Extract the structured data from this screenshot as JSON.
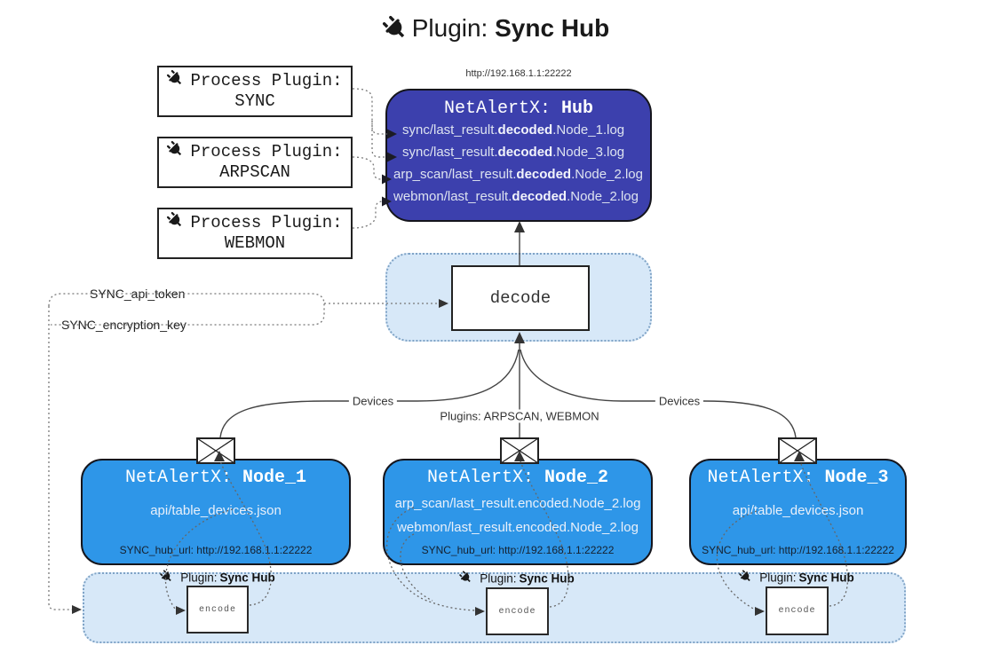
{
  "title": {
    "prefix": "Plugin: ",
    "bold": "Sync Hub"
  },
  "process_plugins": [
    {
      "line1": "Process Plugin:",
      "name": "SYNC"
    },
    {
      "line1": "Process Plugin:",
      "name": "ARPSCAN"
    },
    {
      "line1": "Process Plugin:",
      "name": "WEBMON"
    }
  ],
  "hub": {
    "url_label": "http://192.168.1.1:22222",
    "name_prefix": "NetAlertX: ",
    "name_bold": "Hub",
    "logs": [
      {
        "pre": "sync/last_result.",
        "bold": "decoded",
        "post": ".Node_1.log"
      },
      {
        "pre": "sync/last_result.",
        "bold": "decoded",
        "post": ".Node_3.log"
      },
      {
        "pre": "arp_scan/last_result.",
        "bold": "decoded",
        "post": ".Node_2.log"
      },
      {
        "pre": "webmon/last_result.",
        "bold": "decoded",
        "post": ".Node_2.log"
      }
    ]
  },
  "decode": {
    "label": "decode"
  },
  "tokens": {
    "api_token": "SYNC_api_token",
    "encryption_key": "SYNC_encryption_key"
  },
  "edges": {
    "devices_left": "Devices",
    "plugins_center": "Plugins: ARPSCAN, WEBMON",
    "devices_right": "Devices"
  },
  "nodes": [
    {
      "name_prefix": "NetAlertX: ",
      "name_bold": "Node_1",
      "files": [
        "api/table_devices.json"
      ],
      "hub_url": "SYNC_hub_url: http://192.168.1.1:22222"
    },
    {
      "name_prefix": "NetAlertX: ",
      "name_bold": "Node_2",
      "files": [
        "arp_scan/last_result.encoded.Node_2.log",
        "webmon/last_result.encoded.Node_2.log"
      ],
      "hub_url": "SYNC_hub_url: http://192.168.1.1:22222"
    },
    {
      "name_prefix": "NetAlertX: ",
      "name_bold": "Node_3",
      "files": [
        "api/table_devices.json"
      ],
      "hub_url": "SYNC_hub_url: http://192.168.1.1:22222"
    }
  ],
  "sync_hub_plugin": {
    "prefix": "Plugin: ",
    "bold": "Sync Hub",
    "box_label": "encode"
  },
  "colors": {
    "hub_fill": "#3c40ad",
    "node_fill": "#2e96e8",
    "panel_fill": "#d7e8f8",
    "panel_border": "#7fa3c6"
  }
}
